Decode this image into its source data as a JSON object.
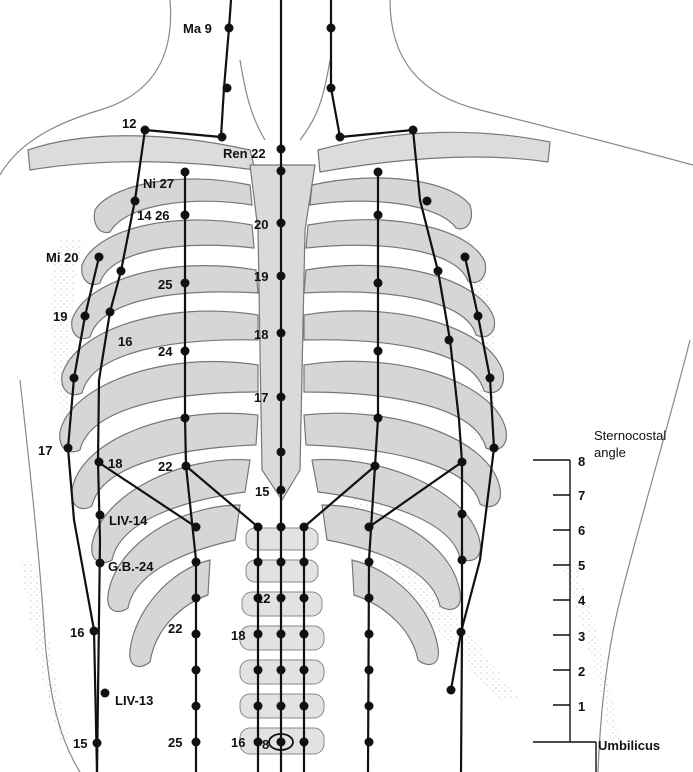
{
  "figure": {
    "point_labels": {
      "ma9": "Ma 9",
      "ma12": "12",
      "ren22": "Ren 22",
      "ni27": "Ni 27",
      "ni26": "14 26",
      "ren20": "20",
      "mi20": "Mi 20",
      "ni25": "25",
      "ren19": "19",
      "mi19": "19",
      "ma16": "16",
      "ni24": "24",
      "ren18": "18",
      "ren17": "17",
      "mi17": "17",
      "ma18": "18",
      "ni22": "22",
      "ren15": "15",
      "liv14": "LIV-14",
      "gb24": "G.B.-24",
      "ren12": "12",
      "mi16": "16",
      "ni22b": "22",
      "ma18b": "18",
      "liv13": "LIV-13",
      "mi15": "15",
      "ni25b": "25",
      "ma16b": "16",
      "ren8": "8"
    },
    "scale": {
      "title_line1": "Sternocostal",
      "title_line2": "angle",
      "ticks": [
        "8",
        "7",
        "6",
        "5",
        "4",
        "3",
        "2",
        "1"
      ],
      "bottom_label": "Umbilicus"
    }
  }
}
